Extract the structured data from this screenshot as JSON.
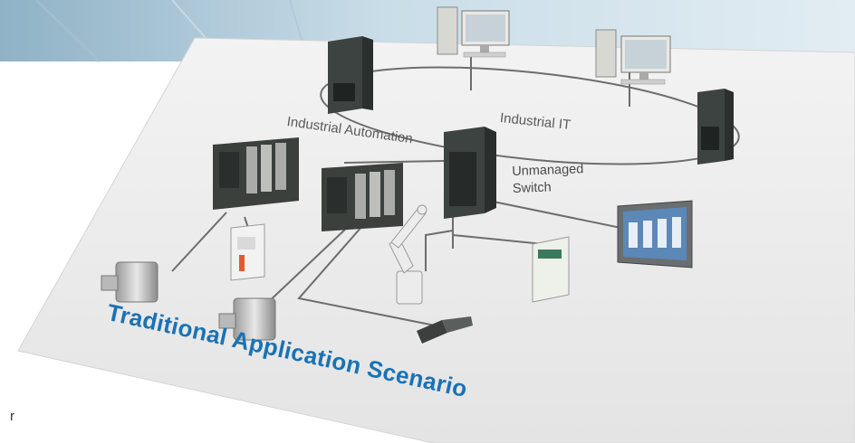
{
  "diagram": {
    "labels": {
      "industrial_automation": "Industrial Automation",
      "industrial_it": "Industrial IT",
      "unmanaged_switch_line1": "Unmanaged",
      "unmanaged_switch_line2": "Switch"
    },
    "title": "Traditional Application Scenario",
    "edge_text": "r"
  },
  "colors": {
    "title": "#1a72b4",
    "platform": "#eeeeee",
    "sky": "#b9d3e1",
    "device_dark": "#3d4340",
    "cable": "#6d6d6d"
  }
}
